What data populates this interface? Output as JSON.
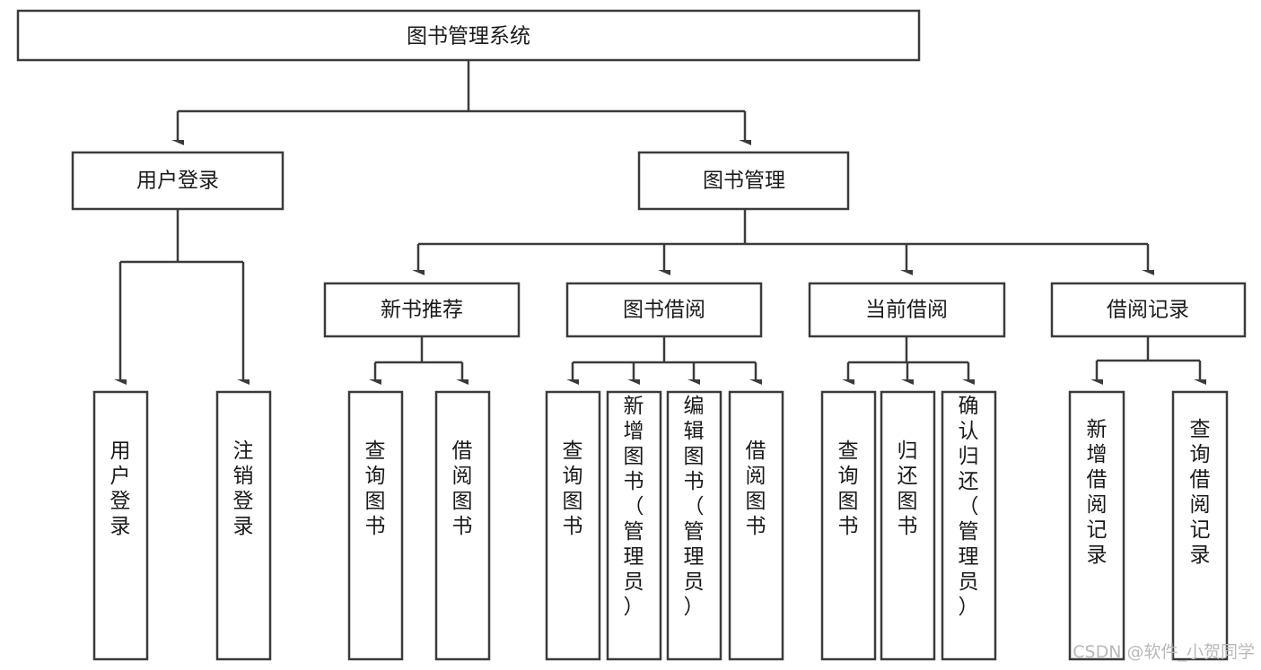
{
  "diagram": {
    "type": "tree-hierarchy-chart",
    "title": "图书管理系统",
    "colors": {
      "stroke": "#3b3b3b",
      "fill": "#ffffff",
      "text": "#1a1a1a",
      "watermark": "#b9b9b9"
    },
    "root": {
      "id": "root",
      "label": "图书管理系统",
      "orientation": "horizontal"
    },
    "level2": [
      {
        "id": "user-login",
        "label": "用户登录",
        "orientation": "horizontal"
      },
      {
        "id": "book-management",
        "label": "图书管理",
        "orientation": "horizontal"
      }
    ],
    "level3": [
      {
        "id": "new-book-recommend",
        "label": "新书推荐",
        "orientation": "horizontal",
        "parent": "book-management"
      },
      {
        "id": "book-borrow",
        "label": "图书借阅",
        "orientation": "horizontal",
        "parent": "book-management"
      },
      {
        "id": "current-borrow",
        "label": "当前借阅",
        "orientation": "horizontal",
        "parent": "book-management"
      },
      {
        "id": "borrow-record",
        "label": "借阅记录",
        "orientation": "horizontal",
        "parent": "book-management"
      }
    ],
    "leaves": [
      {
        "id": "leaf-user-login",
        "label": "用户登录",
        "orientation": "vertical",
        "parent": "user-login"
      },
      {
        "id": "leaf-logout",
        "label": "注销登录",
        "orientation": "vertical",
        "parent": "user-login"
      },
      {
        "id": "leaf-query-book-1",
        "label": "查询图书",
        "orientation": "vertical",
        "parent": "new-book-recommend"
      },
      {
        "id": "leaf-borrow-book-1",
        "label": "借阅图书",
        "orientation": "vertical",
        "parent": "new-book-recommend"
      },
      {
        "id": "leaf-query-book-2",
        "label": "查询图书",
        "orientation": "vertical",
        "parent": "book-borrow"
      },
      {
        "id": "leaf-add-book",
        "label": "新增图书（管理员）",
        "orientation": "vertical",
        "parent": "book-borrow"
      },
      {
        "id": "leaf-edit-book",
        "label": "编辑图书（管理员）",
        "orientation": "vertical",
        "parent": "book-borrow"
      },
      {
        "id": "leaf-borrow-book-2",
        "label": "借阅图书",
        "orientation": "vertical",
        "parent": "book-borrow"
      },
      {
        "id": "leaf-query-book-3",
        "label": "查询图书",
        "orientation": "vertical",
        "parent": "current-borrow"
      },
      {
        "id": "leaf-return-book",
        "label": "归还图书",
        "orientation": "vertical",
        "parent": "current-borrow"
      },
      {
        "id": "leaf-confirm-return",
        "label": "确认归还（管理员）",
        "orientation": "vertical",
        "parent": "current-borrow"
      },
      {
        "id": "leaf-add-record",
        "label": "新增借阅记录",
        "orientation": "vertical",
        "parent": "borrow-record"
      },
      {
        "id": "leaf-query-record",
        "label": "查询借阅记录",
        "orientation": "vertical",
        "parent": "borrow-record"
      }
    ]
  },
  "watermark": {
    "label": "CSDN @软件_小贺同学"
  }
}
